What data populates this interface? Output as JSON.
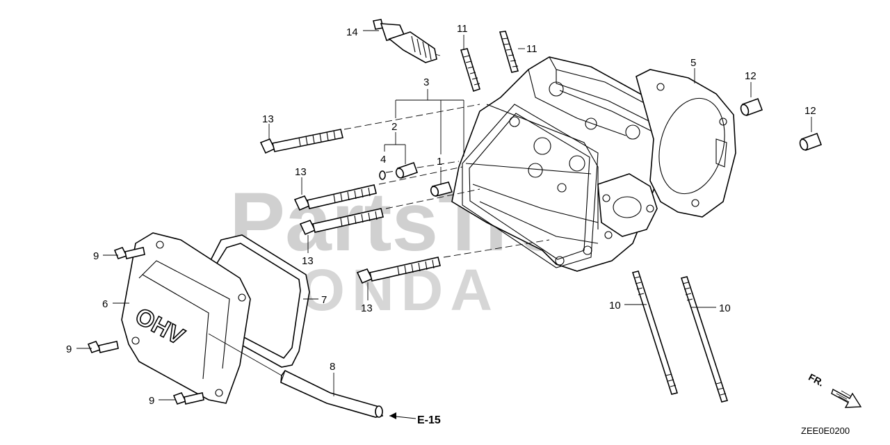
{
  "watermark": {
    "text_top": "PartsTree",
    "text_bottom": "HONDA",
    "color": "#c8c8c8"
  },
  "callouts": {
    "c1": "1",
    "c2": "2",
    "c3": "3",
    "c4": "4",
    "c5": "5",
    "c6": "6",
    "c7": "7",
    "c8": "8",
    "c9a": "9",
    "c9b": "9",
    "c9c": "9",
    "c10a": "10",
    "c10b": "10",
    "c11a": "11",
    "c11b": "11",
    "c12a": "12",
    "c12b": "12",
    "c13a": "13",
    "c13b": "13",
    "c13c": "13",
    "c13d": "13",
    "c14": "14"
  },
  "reference": "E-15",
  "front_indicator": "FR.",
  "cover_emboss": "OHV",
  "diagram_code": "ZEE0E0200"
}
